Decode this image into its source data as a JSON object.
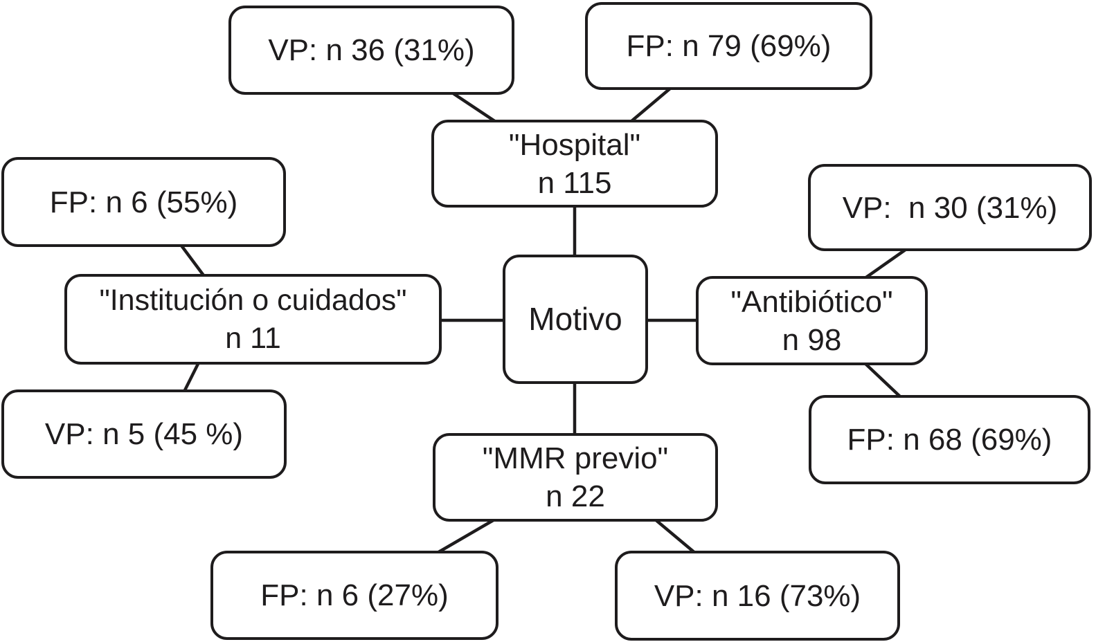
{
  "diagram": {
    "center": {
      "label": "Motivo"
    },
    "branches": {
      "hospital": {
        "title": "\"Hospital\"",
        "count": "n 115",
        "vp": "VP: n 36 (31%)",
        "fp": "FP: n 79 (69%)"
      },
      "institucion": {
        "title": "\"Institución o cuidados\"",
        "count": "n 11",
        "fp": "FP: n 6 (55%)",
        "vp": "VP: n 5 (45 %)"
      },
      "antibiotico": {
        "title": "\"Antibiótico\"",
        "count": "n 98",
        "vp": "VP:  n 30 (31%)",
        "fp": "FP: n 68 (69%)"
      },
      "mmr": {
        "title": "\"MMR previo\"",
        "count": "n 22",
        "fp": "FP: n 6 (27%)",
        "vp": "VP: n 16 (73%)"
      }
    }
  },
  "colors": {
    "stroke": "#1e1c1d",
    "background": "#ffffff"
  }
}
